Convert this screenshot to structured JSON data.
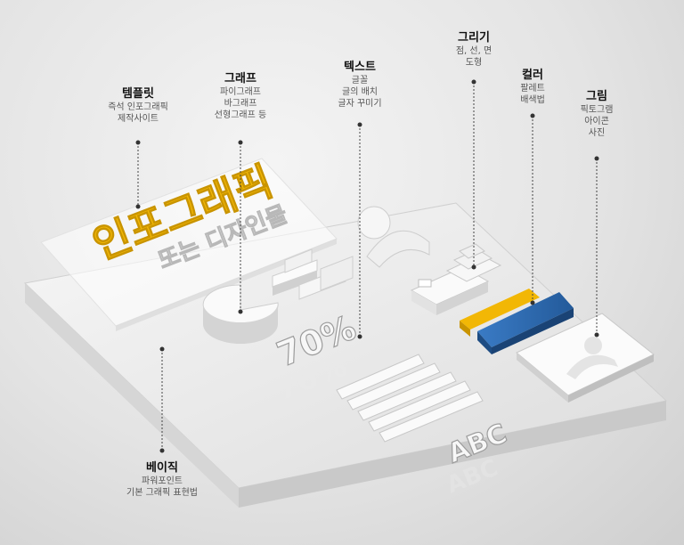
{
  "labels": {
    "template": {
      "title": "템플릿",
      "lines": [
        "즉석 인포그래픽",
        "제작사이트"
      ]
    },
    "graph": {
      "title": "그래프",
      "lines": [
        "파이그래프",
        "바그래프",
        "선형그래프 등"
      ]
    },
    "text": {
      "title": "텍스트",
      "lines": [
        "글꼴",
        "글의 배치",
        "글자 꾸미기"
      ]
    },
    "draw": {
      "title": "그리기",
      "lines": [
        "점, 선, 면",
        "도형"
      ]
    },
    "color": {
      "title": "컬러",
      "lines": [
        "팔레트",
        "배색법"
      ]
    },
    "picture": {
      "title": "그림",
      "lines": [
        "픽토그램",
        "아이콘",
        "사진"
      ]
    },
    "basic": {
      "title": "베이직",
      "lines": [
        "파워포인트",
        "기본 그래픽 표현법"
      ]
    }
  },
  "panel": {
    "title": "인포그래픽",
    "subtitle": "또는 디자인물"
  },
  "scene_text": {
    "percent": "70%",
    "abc": "ABC"
  },
  "colors": {
    "accent_yellow": "#f2b705",
    "accent_blue": "#2e6db4",
    "text_dark": "#111111",
    "text_gray": "#555555"
  }
}
